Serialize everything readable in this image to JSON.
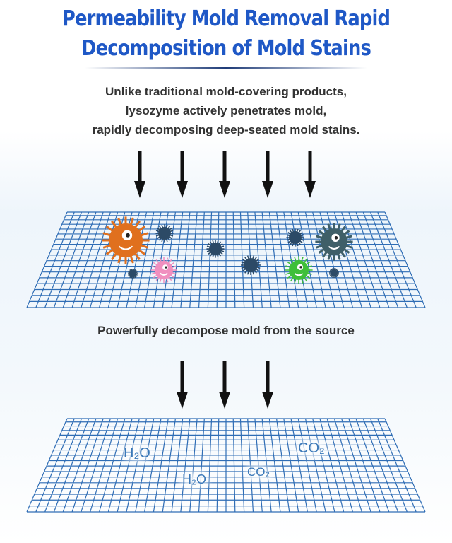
{
  "title": {
    "line1": "Permeability Mold Removal Rapid",
    "line2": "Decomposition of Mold Stains"
  },
  "description": {
    "line1": "Unlike traditional mold-covering products,",
    "line2": "lysozyme actively penetrates mold,",
    "line3": "rapidly decomposing deep-seated mold stains."
  },
  "middle_caption": "Powerfully decompose mold from the source",
  "molecules": [
    "H₂O",
    "H₂O",
    "CO₂",
    "CO₂"
  ],
  "colors": {
    "title": "#1f58c6",
    "grid": "#2f6db5",
    "text": "#333333"
  }
}
